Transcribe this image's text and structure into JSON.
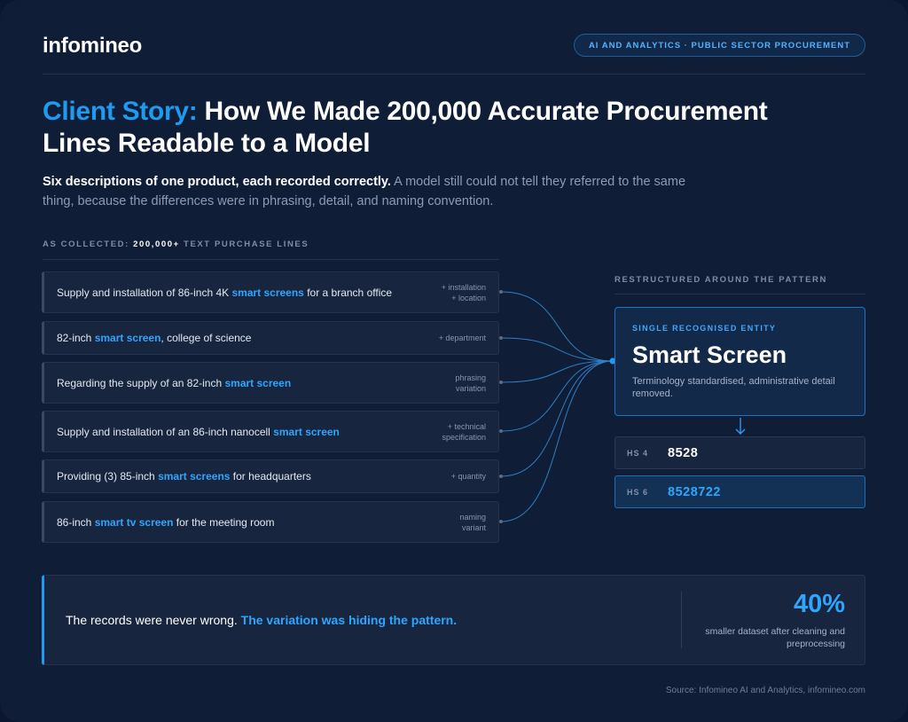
{
  "brand": {
    "logo_text": "infomineo"
  },
  "header": {
    "pill_label": "AI AND ANALYTICS · PUBLIC SECTOR PROCUREMENT"
  },
  "title": {
    "highlight": "Client Story:",
    "rest": " How We Made 200,000 Accurate Procurement Lines Readable to a Model"
  },
  "subtitle": {
    "bold": "Six descriptions of one product, each recorded correctly.",
    "rest": " A model still could not tell they referred to the same thing, because the differences were in phrasing, detail, and naming convention."
  },
  "left_section": {
    "label_prefix": "AS COLLECTED: ",
    "label_bold": "200,000+",
    "label_suffix": " TEXT PURCHASE LINES"
  },
  "rows": [
    {
      "pre": "Supply and installation of 86-inch 4K ",
      "kw": "smart screens",
      "post": " for a branch office",
      "tag1": "+ installation",
      "tag2": "+ location"
    },
    {
      "pre": "82-inch ",
      "kw": "smart screen",
      "post": ", college of science",
      "tag1": "+ department",
      "tag2": ""
    },
    {
      "pre": "Regarding the supply of an 82-inch ",
      "kw": "smart screen",
      "post": "",
      "tag1": "phrasing",
      "tag2": "variation"
    },
    {
      "pre": "Supply and installation of an 86-inch nanocell ",
      "kw": "smart screen",
      "post": "",
      "tag1": "+ technical",
      "tag2": "specification"
    },
    {
      "pre": "Providing (3) 85-inch ",
      "kw": "smart screens",
      "post": " for headquarters",
      "tag1": "+ quantity",
      "tag2": ""
    },
    {
      "pre": "86-inch ",
      "kw": "smart tv screen",
      "post": " for the meeting room",
      "tag1": "naming",
      "tag2": "variant"
    }
  ],
  "right_section": {
    "label": "RESTRUCTURED AROUND THE PATTERN"
  },
  "entity": {
    "tag": "SINGLE RECOGNISED ENTITY",
    "name": "Smart Screen",
    "desc": "Terminology standardised, administrative detail removed."
  },
  "codes": [
    {
      "label": "HS 4",
      "value": "8528"
    },
    {
      "label": "HS 6",
      "value": "8528722"
    }
  ],
  "quote": {
    "plain": "The records were never wrong. ",
    "highlight": "The variation was hiding the pattern."
  },
  "stat": {
    "value": "40%",
    "caption": "smaller dataset after cleaning and preprocessing"
  },
  "footer": {
    "source": "Source: Infomineo AI and Analytics, infomineo.com"
  },
  "colors": {
    "accent": "#1e9bf0",
    "background": "#0f1d36",
    "panel": "#17253e"
  }
}
